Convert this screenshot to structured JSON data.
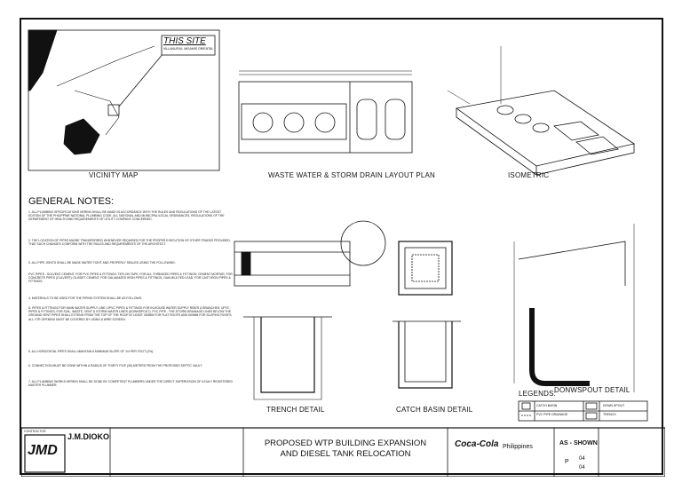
{
  "vicinity": {
    "title": "VICINITY MAP",
    "this_site": "THIS SITE",
    "site_sub": "VILLANUEVA, MISAMIS ORIENTAL"
  },
  "titles": {
    "layout_plan": "WASTE WATER & STORM DRAIN LAYOUT PLAN",
    "isometric": "ISOMETRIC",
    "trench": "TRENCH DETAIL",
    "catch_basin": "CATCH BASIN DETAIL",
    "downspout": "DONWSPOUT DETAIL",
    "legends": "LEGENDS:",
    "general_notes": "GENERAL NOTES:"
  },
  "notes": [
    "1. ALL PLUMBING SPECIFICATIONS HEREIN SHALL BE MADE IN ACCORDANCE WITH THE RULES AND REGULATIONS OF THE LATEST EDITION OF THE PHILIPPINE NATIONAL PLUMBING CODE, ALL NATIONAL AND MUNICIPAL/LOCAL ORDINANCES, REGULATIONS OF THE DEPARTMENT OF HEALTH AND REQUIREMENTS OF UTILITY COMPANY CONCERNED.",
    "2. THE LOCATION OF PIPES MAYBE TRANSFERRED WHENEVER REQUIRED FOR THE PROPER EXECUTION OF OTHER TRADES PROVIDED, THAT SUCH CHANGES CONFORM WITH THE RULES AND REQUIREMENTS OF THE ARCHITECT.",
    "3. ALL PIPE JOINTS SHALL BE MADE WATER TIGHT AND PROPERLY SEALED USING THE FOLLOWING:",
    "PVC PIPES - SOLVENT CEMENT, FOR PVC PIPES & FITTINGS; TEFLON TAPE, FOR ALL THREADED PIPES & FITTINGS; CEMENT MORTAR, FOR CONCRETE PIPES (CULVERT); GUSSET CEMENT, FOR GALVANIZED IRON PIPES & FITTINGS; OAKUM & FED LEAD, FOR CAST IRON PIPES & FITTINGS.",
    "4. MATERIALS TO BE USED FOR THE PIPING SYSTEM SHALL BE AS FOLLOWS:",
    "A. PIPES & FITTINGS FOR MAIN WATER SUPPLY LINE; UPVC PIPES & FITTINGS FOR IN-HOUSE WATER SUPPLY RISER & BRANCHES; UPVC PIPES & FITTINGS, FOR SOIL, WASTE, VENT & STORM WATER LINES (DOWNSPOUT). PVC PIPE - THE STORM DRAINAGE LINES BELOW THE GROUND VENT PIPES SHALL EXTEND FROM THE TOP OF THE ROOF AT LEAST 300MM FOR FLAT ROOFS AND 600MM FOR SLOPING ROOFS. ALL VTR OPENING MUST BE COVERED BY USING A WIRE SCREEN.",
    "5. ALL HORIZONTAL PIPES SHALL MAINTAIN A MINIMUM SLOPE OF 1/4 PER FOOT (2%).",
    "6. CONNECTION MUST BE DONE WITHIN A RADIUS OF THIRTY FIVE (35) METERS FROM THE PROPOSED SEPTIC VAULT.",
    "7. ALL PLUMBING WORKS HEREIN SHALL BE DONE BY COMPETENT PLUMBERS UNDER THE DIRECT SUPERVISION OF A DULY REGISTERED MASTER PLUMBER."
  ],
  "legend_items": [
    {
      "label": "CATCH BASIN"
    },
    {
      "label": "DOWN SPOUT"
    },
    {
      "label": "PVC PIPE DRAINAGE"
    },
    {
      "label": "TRENCH"
    }
  ],
  "title_block": {
    "contractor_label": "CONTRACTOR",
    "company": "J.M.DIOKO",
    "logo": "JMD",
    "project": "PROPOSED WTP BUILDING EXPANSION",
    "project_line2": "AND DIESEL TANK RELOCATION",
    "client": "Philippines",
    "client_brand": "Coca-Cola",
    "scale": "AS - SHOWN",
    "sheet_prefix": "P",
    "sheet_no": "04",
    "sheet_total": "04"
  }
}
